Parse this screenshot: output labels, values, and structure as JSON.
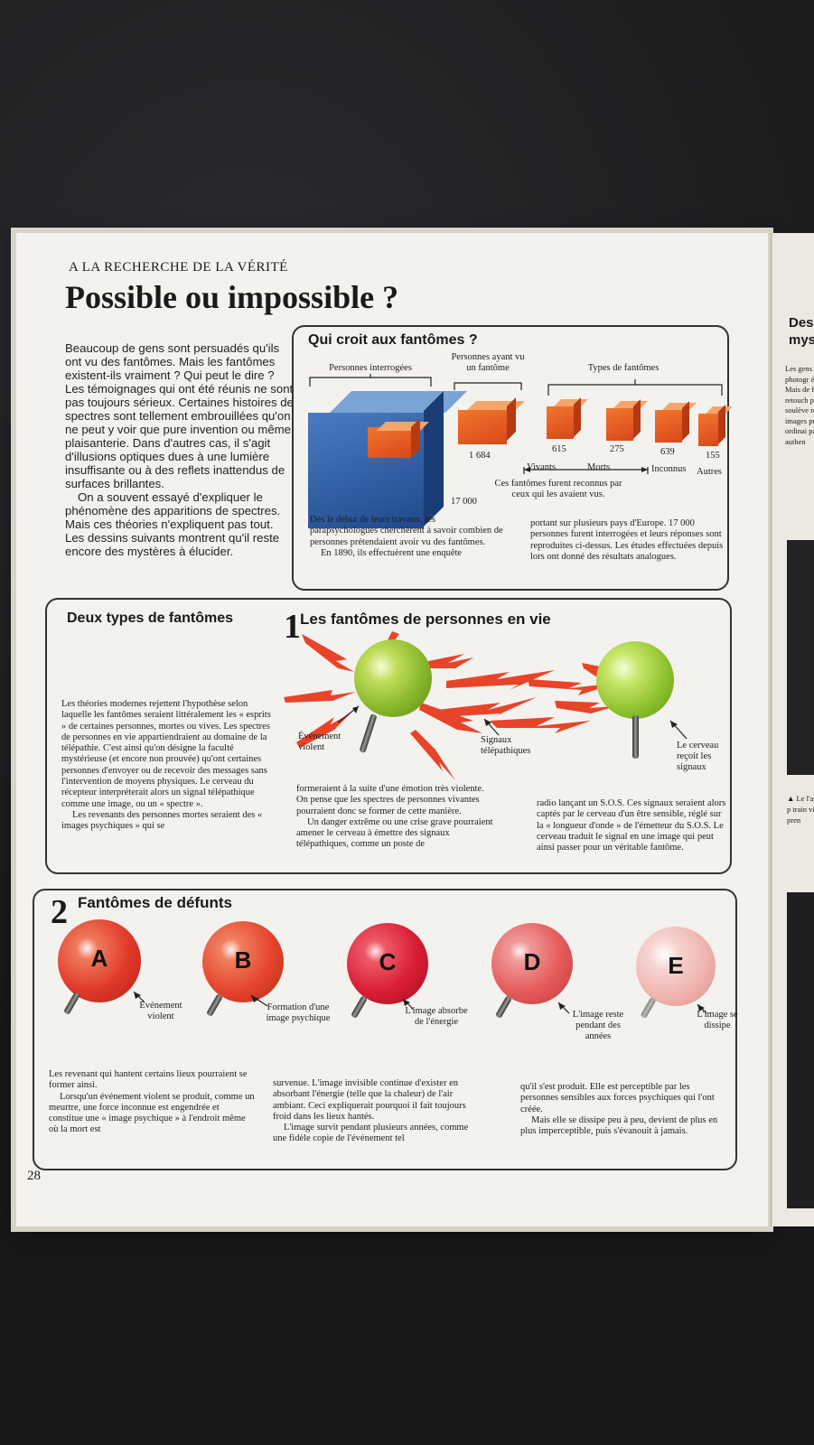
{
  "header": {
    "kicker": "A LA RECHERCHE DE LA VÉRITÉ",
    "title": "Possible ou impossible ?"
  },
  "intro": {
    "p1": "Beaucoup de gens sont persuadés qu'ils ont vu des fantômes. Mais les fantômes existent-ils vraiment ? Qui peut le dire ? Les témoignages qui ont été réunis ne sont pas toujours sérieux. Certaines histoires de spectres sont tellement embrouillées qu'on ne peut y voir que pure invention ou même plaisanterie. Dans d'autres cas, il s'agit d'illusions optiques dues à une lumière insuffisante ou à des reflets inattendus de surfaces brillantes.",
    "p2": "On a souvent essayé d'expliquer le phénomène des apparitions de spectres. Mais ces théories n'expliquent pas tout. Les dessins suivants montrent qu'il reste encore des mystères à élucider."
  },
  "box1": {
    "title": "Qui croit aux fantômes ?",
    "label_interrogees": "Personnes interrogées",
    "label_ayant_vu": "Personnes ayant vu un fantôme",
    "label_types": "Types de fantômes",
    "n_interrogees": "17 000",
    "n_ayant_vu": "1 684",
    "types": [
      {
        "value": "615"
      },
      {
        "value": "275"
      },
      {
        "value": "639"
      },
      {
        "value": "155"
      }
    ],
    "cat_vivants": "Vivants",
    "cat_morts": "Morts",
    "cat_inconnus": "Inconnus",
    "cat_autres": "Autres",
    "note": "Ces fantômes furent reconnus par ceux qui les avaient vus.",
    "text_left": "Dès le début de leurs travaux, les parapsychologues cherchèrent à savoir combien de personnes prétendaient avoir vu des fantômes.",
    "text_left2": "En 1890, ils effectuèrent une enquête",
    "text_right": "portant sur plusieurs pays d'Europe. 17 000 personnes furent interrogées et leurs réponses sont reproduites ci-dessus. Les études effectuées depuis lors ont donné des résultats analogues."
  },
  "box2": {
    "title": "Deux types de fantômes",
    "number": "1",
    "subtitle": "Les fantômes de personnes en vie",
    "label_evenement": "Événement violent",
    "label_signaux": "Signaux télépathiques",
    "label_cerveau": "Le cerveau reçoit les signaux",
    "text_left": "Les théories modernes rejettent l'hypothèse selon laquelle les fantômes seraient littéralement les « esprits » de certaines personnes, mortes ou vives. Les spectres de personnes en vie appartiendraient au domaine de la télépathie. C'est ainsi qu'on désigne la faculté mystérieuse (et encore non prouvée) qu'ont certaines personnes d'envoyer ou de recevoir des messages sans l'intervention de moyens physiques. Le cerveau du récepteur interpréterait alors un signal télépathique comme une image, ou un « spectre ».",
    "text_left2": "Les revenants des personnes mortes seraient des « images psychiques » qui se",
    "text_mid": "formeraient à la suite d'une émotion très violente. On pense que les spectres de personnes vivantes pourraient donc se former de cette manière.",
    "text_mid2": "Un danger extrême ou une crise grave pourraient amener le cerveau à émettre des signaux télépathiques, comme un poste de",
    "text_right": "radio lançant un S.O.S. Ces signaux seraient alors captés par le cerveau d'un être sensible, réglé sur la « longueur d'onde » de l'émetteur du S.O.S. Le cerveau traduit le signal en une image qui peut ainsi passer pour un véritable fantôme."
  },
  "box3": {
    "number": "2",
    "title": "Fantômes de défunts",
    "balls": [
      {
        "letter": "A",
        "label": "Événement violent",
        "color": "#e0392a"
      },
      {
        "letter": "B",
        "label": "Formation d'une image psychique",
        "color": "#e5452c"
      },
      {
        "letter": "C",
        "label": "L'image absorbe de l'énergie",
        "color": "#d91c33"
      },
      {
        "letter": "D",
        "label": "L'image reste pendant des années",
        "color": "#e65a5a"
      },
      {
        "letter": "E",
        "label": "L'image se dissipe",
        "color": "#efb2ad"
      }
    ],
    "text_left": "Les revenant qui hantent certains lieux pourraient se former ainsi.",
    "text_left2": "Lorsqu'un événement violent se produit, comme un meurtre, une force inconnue est engendrée et constitue une « image psychique » à l'endroit même où la mort est",
    "text_mid": "survenue. L'image invisible continue d'exister en absorbant l'énergie (telle que la chaleur) de l'air ambiant. Ceci expliquerait pourquoi il fait toujours froid dans les lieux hantés.",
    "text_mid2": "L'image survit pendant plusieurs années, comme une fidèle copie de l'événement tel",
    "text_right": "qu'il s'est produit. Elle est perceptible par les personnes sensibles aux forces psychiques qui l'ont créée.",
    "text_right2": "Mais elle se dissipe peu à peu, devient de plus en plus imperceptible, puis s'évanouit à jamais."
  },
  "page_number": "28",
  "next_page": {
    "title": "Des mys",
    "text": "Les gens appareil photogr étaient p Mais de fant retouch preuve soulève réponse images puisse l ordinai page or authen",
    "caption": "▲ Le l'appa une p train vit un pren"
  }
}
